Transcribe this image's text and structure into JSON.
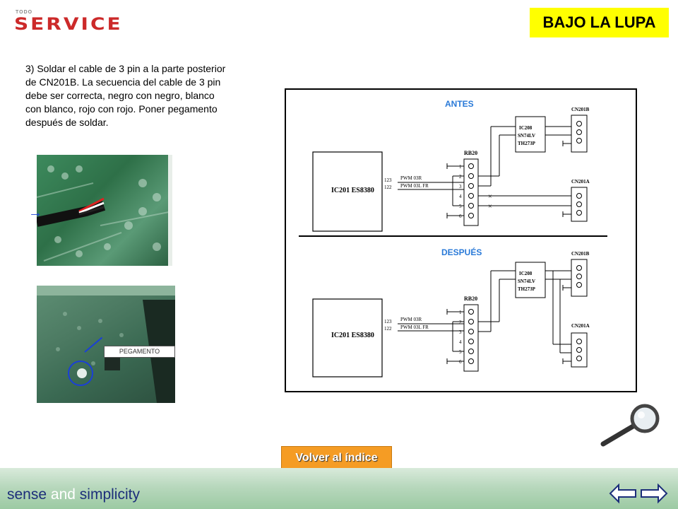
{
  "header": {
    "logo_small": "TODO",
    "logo_big": "SERVICE",
    "badge": "BAJO LA LUPA"
  },
  "instructions": "3) Soldar el cable de 3 pin a la parte posterior de CN201B. La secuencia del cable de 3 pin debe ser correcta, negro con negro, blanco con blanco, rojo con rojo. Poner pegamento después de soldar.",
  "photos": {
    "glue_label": "PEGAMENTO"
  },
  "schematic": {
    "before_title": "ANTES",
    "after_title": "DESPUÉS",
    "ic201": "IC201 ES8380",
    "ic208": [
      "IC208",
      "SN74LV",
      "TH273P"
    ],
    "rb20": "RB20",
    "cn201b": "CN201B",
    "cn201a": "CN201A",
    "pin_123": "123",
    "pin_122": "122",
    "pwm_03r": "PWM 03R",
    "pwm_03l": "PWM 03L FR",
    "pins": [
      "1",
      "2",
      "3",
      "4",
      "5",
      "6"
    ]
  },
  "navigation": {
    "back_label": "Volver al índice"
  },
  "footer": {
    "tagline_sense": "sense",
    "tagline_and": "and",
    "tagline_simplicity": "simplicity"
  },
  "colors": {
    "badge": "#ffff00",
    "logo_red": "#cc2a2a",
    "accent_blue": "#2a7ad8",
    "button_orange": "#f59c24"
  }
}
